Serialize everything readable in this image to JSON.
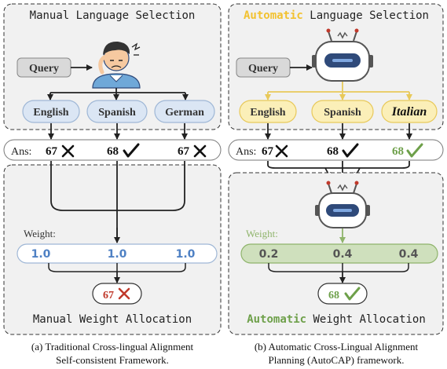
{
  "left": {
    "top_title": "Manual Language Selection",
    "query": "Query",
    "languages": [
      "English",
      "Spanish",
      "German"
    ],
    "ans_label": "Ans:",
    "answers": [
      "67",
      "68",
      "67"
    ],
    "weight_label": "Weight:",
    "weights": [
      "1.0",
      "1.0",
      "1.0"
    ],
    "result": "67",
    "bottom_title": "Manual Weight Allocation",
    "caption_line1": "(a) Traditional Cross-lingual Alignment",
    "caption_line2": "Self-consistent Framework."
  },
  "right": {
    "top_title_highlight": "Automatic",
    "top_title_rest": " Language Selection",
    "query": "Query",
    "languages": [
      "English",
      "Spanish",
      "Italian"
    ],
    "ans_label": "Ans:",
    "answers": [
      "67",
      "68",
      "68"
    ],
    "weight_label": "Weight:",
    "weights": [
      "0.2",
      "0.4",
      "0.4"
    ],
    "result": "68",
    "bottom_title_highlight": "Automatic",
    "bottom_title_rest": " Weight Allocation",
    "caption_line1": "(b) Automatic Cross-Lingual Alignment",
    "caption_line2": "Planning (AutoCAP) framework."
  },
  "colors": {
    "panel_bg": "#f1f1f1",
    "blue_fill": "#dbe6f4",
    "blue_stroke": "#9fb7d6",
    "blue_text": "#4f81c4",
    "yellow_fill": "#fbefb8",
    "yellow_stroke": "#e8c95a",
    "yellow_title": "#f2c230",
    "green_fill": "#cfe0bd",
    "green_text": "#6ea04a",
    "green_stroke": "#8fb46b",
    "red_cross": "#c0392b",
    "navy": "#2f4a7a"
  }
}
